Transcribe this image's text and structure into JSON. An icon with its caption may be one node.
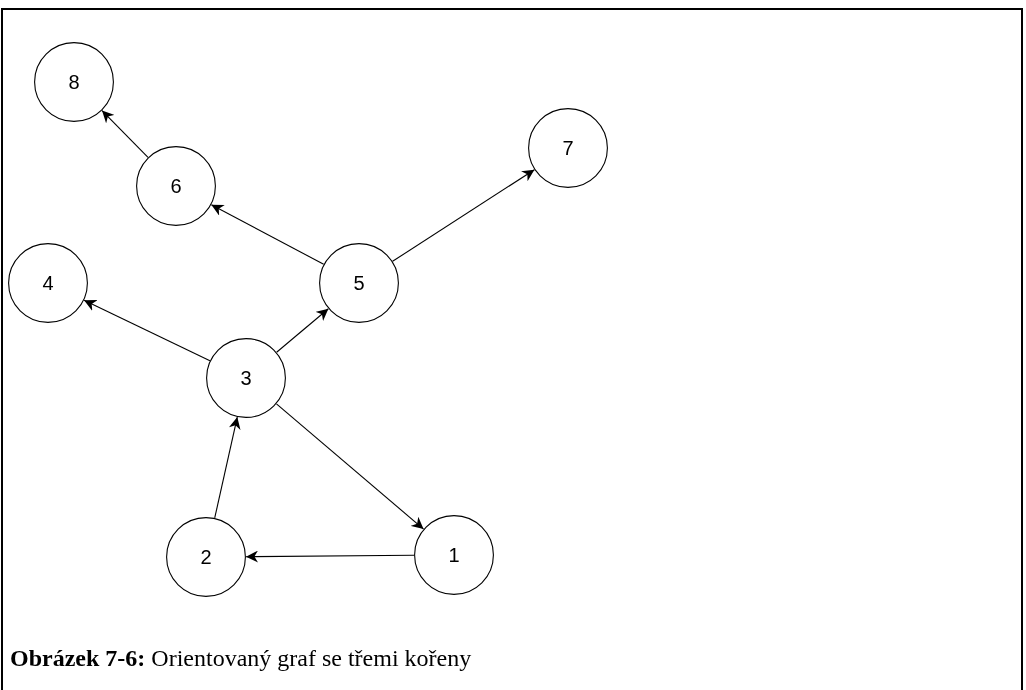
{
  "diagram": {
    "caption": "**Obrázek 7-6:** Orientovaný graf se třemi kořeny",
    "nodes": [
      {
        "text": [
          "8"
        ]
      },
      {
        "text": [
          "6"
        ]
      },
      {
        "text": [
          "7"
        ]
      },
      {
        "text": [
          "4"
        ]
      },
      {
        "text": [
          "5"
        ]
      },
      {
        "text": [
          "3"
        ]
      },
      {
        "text": [
          "2"
        ]
      },
      {
        "text": [
          "1"
        ]
      }
    ],
    "edges": [
      {
        "from": 1,
        "to": 0,
        "arrow": "to"
      },
      {
        "from": 4,
        "to": 1,
        "arrow": "to"
      },
      {
        "from": 4,
        "to": 2,
        "arrow": "to"
      },
      {
        "from": 5,
        "to": 3,
        "arrow": "to"
      },
      {
        "from": 5,
        "to": 4,
        "arrow": "to"
      },
      {
        "from": 5,
        "to": 7,
        "arrow": "to"
      },
      {
        "from": 7,
        "to": 6,
        "arrow": "to"
      },
      {
        "from": 6,
        "to": 5,
        "arrow": "to"
      }
    ]
  }
}
